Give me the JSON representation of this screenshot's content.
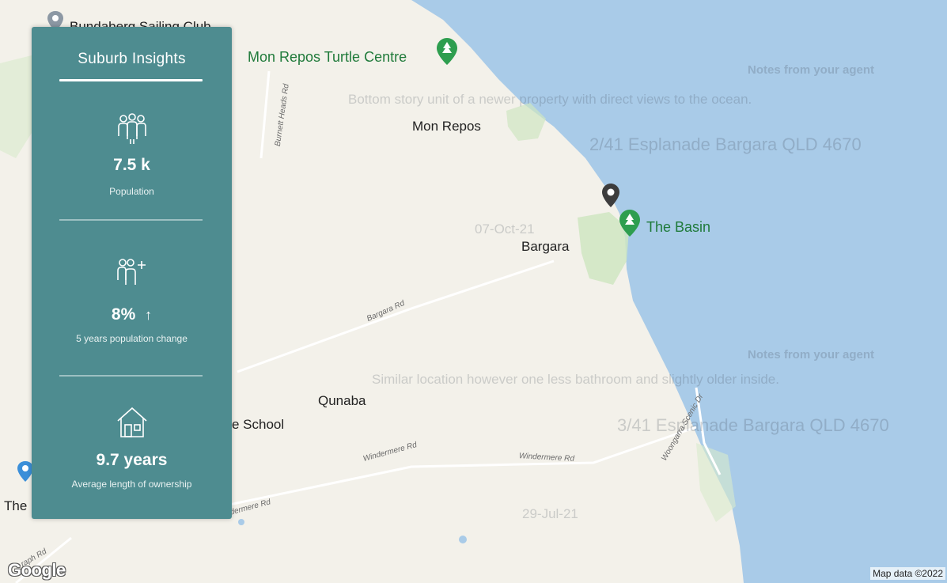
{
  "map": {
    "places": {
      "sailing_club": "Bundaberg Sailing Club",
      "turtle_centre": "Mon Repos Turtle Centre",
      "mon_repos": "Mon Repos",
      "the_basin": "The Basin",
      "bargara": "Bargara",
      "qunaba": "Qunaba",
      "school": "e School",
      "the_left": "The"
    },
    "roads": {
      "burnett_heads": "Burnett Heads Rd",
      "bargara_rd": "Bargara Rd",
      "windermere_1": "Windermere Rd",
      "windermere_2": "Windermere Rd",
      "windermere_3": "dermere Rd",
      "woongarra": "Woongarra Scenic Dr",
      "raph": "raph Rd"
    },
    "logo": "Google",
    "attribution": "Map data ©2022",
    "colors": {
      "water": "#a9cbe8",
      "land": "#f3f1ea",
      "park": "#cfe6c2",
      "pin_green": "#2e9e4f"
    }
  },
  "panel": {
    "title": "Suburb Insights",
    "stats": [
      {
        "icon": "people-group-icon",
        "value": "7.5 k",
        "label": "Population"
      },
      {
        "icon": "people-growth-icon",
        "value": "8%",
        "trend": "↑",
        "label": "5 years population change"
      },
      {
        "icon": "house-icon",
        "value": "9.7 years",
        "label": "Average length of ownership"
      }
    ],
    "colors": {
      "background": "#4e8c90",
      "text": "#ffffff"
    }
  },
  "ghost_text": {
    "notes_1": "Notes from your agent",
    "note_1_text": "Bottom story unit of a newer property with direct views to the ocean.",
    "address_1": "2/41 Esplanade Bargara QLD 4670",
    "date_1": "07-Oct-21",
    "notes_2": "Notes from your agent",
    "note_2_text": "Similar location however one less bathroom and slightly older inside.",
    "address_2": "3/41 Esplanade Bargara QLD 4670",
    "date_2": "29-Jul-21"
  }
}
